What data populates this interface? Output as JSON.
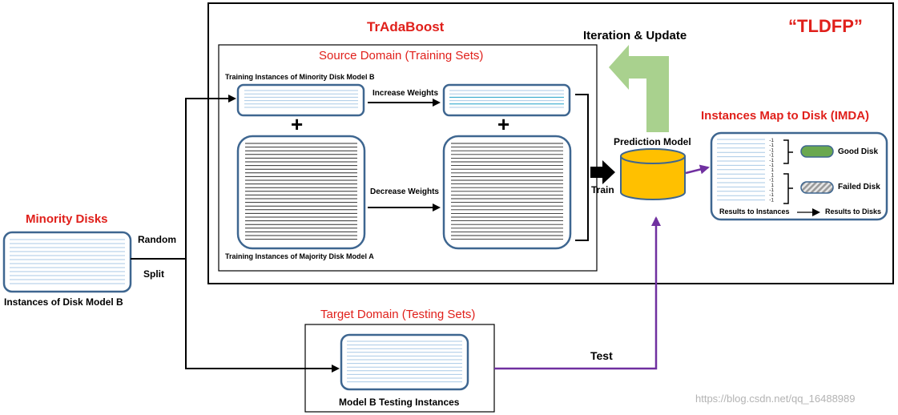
{
  "colors": {
    "red_text": "#e0201b",
    "box_border": "#3e6690",
    "light_line": "#a9c9e6",
    "teal_line": "#1fa0c8",
    "dark_line": "#2f2f2f",
    "purple_arrow": "#7030a0",
    "green_arrow": "#a9d18e",
    "cylinder_fill": "#ffc000",
    "good_disk": "#6aa84f",
    "failed_disk": "#bfbfbf"
  },
  "labels": {
    "tldfp": "“TLDFP”",
    "tradaboost": "TrAdaBoost",
    "iteration_update": "Iteration & Update",
    "source_domain": "Source Domain (Training Sets)",
    "training_minority": "Training Instances of Minority Disk Model B",
    "training_majority": "Training Instances of Majority Disk Model A",
    "increase_weights": "Increase Weights",
    "decrease_weights": "Decrease Weights",
    "prediction_model": "Prediction Model",
    "train": "Train",
    "imda_title": "Instances Map to Disk (IMDA)",
    "good_disk": "Good Disk",
    "failed_disk": "Failed Disk",
    "results_to_instances": "Results to Instances",
    "results_to_disks": "Results to Disks",
    "minority_disks": "Minority Disks",
    "instances_of_disk_model_b": "Instances of Disk Model B",
    "random": "Random",
    "split": "Split",
    "target_domain": "Target Domain (Testing Sets)",
    "testing_instances": "Model B Testing Instances",
    "test": "Test",
    "plus": "+",
    "watermark": "https://blog.csdn.net/qq_16488989"
  },
  "imda_values": [
    "-1",
    "-1",
    "-1",
    "-1",
    "-1",
    "-1",
    "1",
    "1",
    "-1",
    "1",
    "-1",
    "-1",
    "-1"
  ]
}
